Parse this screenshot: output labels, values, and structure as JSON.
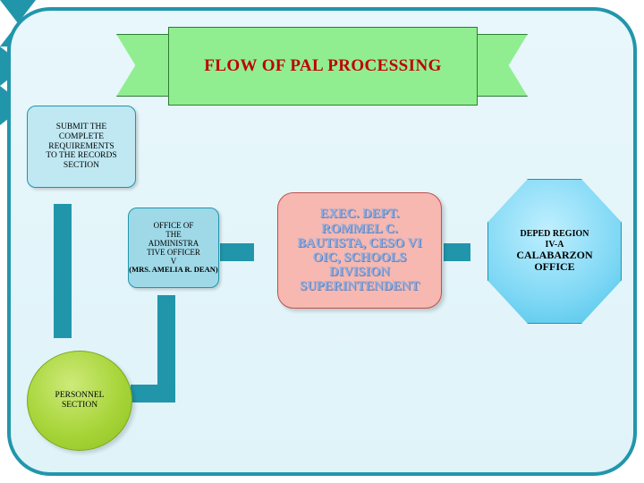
{
  "banner": {
    "title": "FLOW OF PAL PROCESSING",
    "color": "#c00000",
    "fill": "#90ee90"
  },
  "nodes": {
    "submit": {
      "lines": [
        "SUBMIT THE",
        "COMPLETE",
        "REQUIREMENTS",
        "TO THE RECORDS",
        "SECTION"
      ]
    },
    "personnel": {
      "lines": [
        "PERSONNEL",
        "SECTION"
      ]
    },
    "office": {
      "lines": [
        "OFFICE OF",
        "THE",
        "ADMINISTRA",
        "TIVE OFFICER",
        "V"
      ],
      "sub": "(MRS. AMELIA R. DEAN)"
    },
    "exec": {
      "lines": [
        "EXEC. DEPT.",
        "ROMMEL C.",
        "BAUTISTA, CESO VI",
        "OIC, SCHOOLS",
        "DIVISION",
        "SUPERINTENDENT"
      ],
      "color": "#8faadc"
    },
    "region": {
      "lines": [
        "DEPED REGION",
        "IV-A"
      ],
      "emphasis": [
        "CALABARZON",
        "OFFICE"
      ]
    }
  },
  "arrows": {
    "color": "#2196ab",
    "flow": [
      "submit -> personnel",
      "personnel -> office",
      "office -> exec",
      "exec -> region"
    ]
  },
  "frame": {
    "border_color": "#2196ab",
    "background": "#e3f5fa"
  }
}
